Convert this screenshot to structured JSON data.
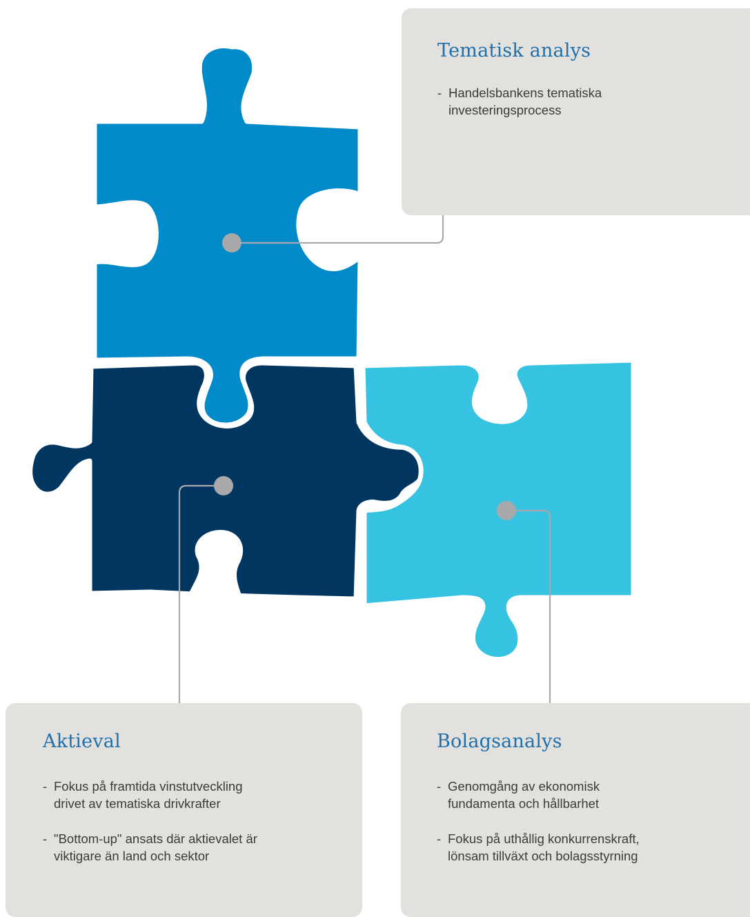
{
  "colors": {
    "piece_top": "#008ac9",
    "piece_left": "#00365f",
    "piece_right": "#36c2e1",
    "card_bg": "#e2e1dd",
    "title": "#1f6fad",
    "connector": "#a9a9ab"
  },
  "cards": {
    "top": {
      "title": "Tematisk analys",
      "items": [
        "Handelsbankens tematiska\ninvesteringsprocess"
      ]
    },
    "left": {
      "title": "Aktieval",
      "items": [
        "Fokus på framtida vinstutveckling\ndrivet av tematiska drivkrafter",
        "\"Bottom-up\" ansats där aktievalet är\nviktigare än land och sektor"
      ]
    },
    "right": {
      "title": "Bolagsanalys",
      "items": [
        "Genomgång av ekonomisk\nfundamenta och hållbarhet",
        "Fokus på uthållig konkurrenskraft,\nlönsam tillväxt och bolagsstyrning"
      ]
    }
  }
}
